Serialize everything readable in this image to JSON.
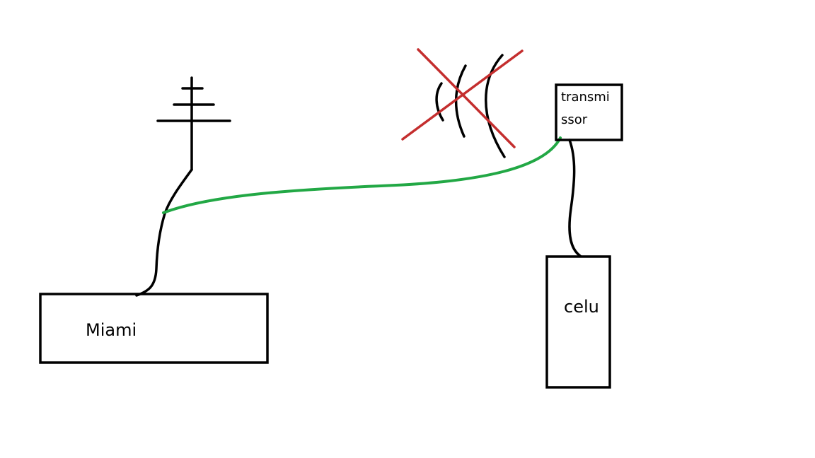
{
  "labels": {
    "miami": "Miami",
    "celu": "celu",
    "transmissor_line1": "transmi",
    "transmissor_line2": "ssor"
  },
  "colors": {
    "ink": "#000000",
    "green_wire": "#22a845",
    "red_cross": "#c42e2e",
    "background": "#ffffff"
  },
  "icons": {
    "antenna": "antenna-tower-icon",
    "signal": "signal-waves-icon",
    "blocked": "red-x-cross-icon"
  }
}
